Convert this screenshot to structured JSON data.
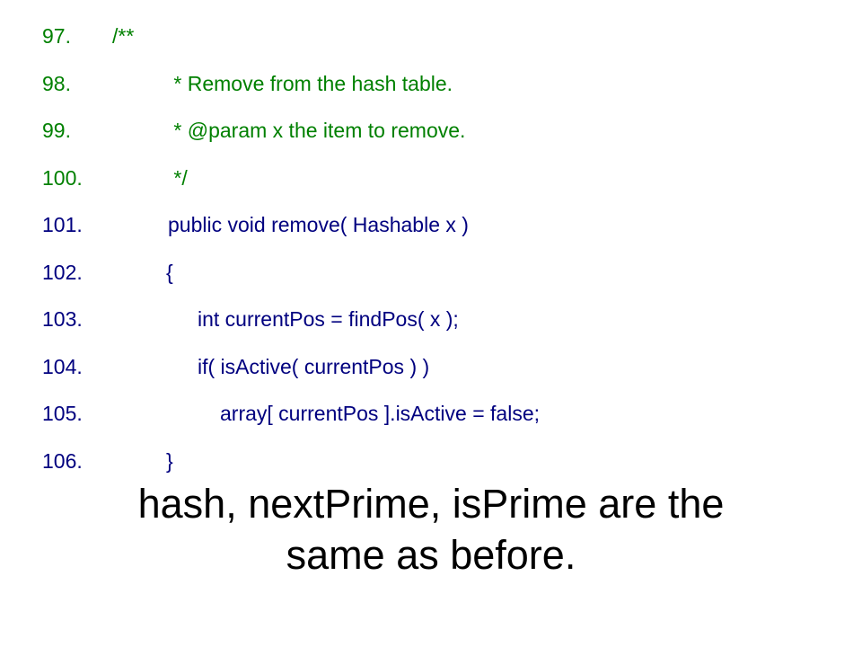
{
  "code_lines": [
    {
      "number": "97.",
      "text": "/**",
      "kind": "comment",
      "indent": 78
    },
    {
      "number": "98.",
      "text": " * Remove from the hash table.",
      "kind": "comment",
      "indent": 140
    },
    {
      "number": "99.",
      "text": " * @param x the item to remove.",
      "kind": "comment",
      "indent": 140
    },
    {
      "number": "100.",
      "text": " */",
      "kind": "comment",
      "indent": 140
    },
    {
      "number": "101.",
      "text": "public void remove( Hashable x )",
      "kind": "code",
      "indent": 140
    },
    {
      "number": "102.",
      "text": "{",
      "kind": "code",
      "indent": 140
    },
    {
      "number": "103.",
      "text": "int currentPos = findPos( x );",
      "kind": "code",
      "indent": 173
    },
    {
      "number": "104.",
      "text": "if( isActive( currentPos ) )",
      "kind": "code",
      "indent": 173
    },
    {
      "number": "105.",
      "text": "array[ currentPos ].isActive = false;",
      "kind": "code",
      "indent": 198
    },
    {
      "number": "106.",
      "text": "}",
      "kind": "code",
      "indent": 140
    }
  ],
  "caption": {
    "line1": "hash, nextPrime, isPrime are the",
    "line2": "same as before."
  },
  "colors": {
    "comment": "#008000",
    "code": "#00007f",
    "caption": "#000000"
  }
}
